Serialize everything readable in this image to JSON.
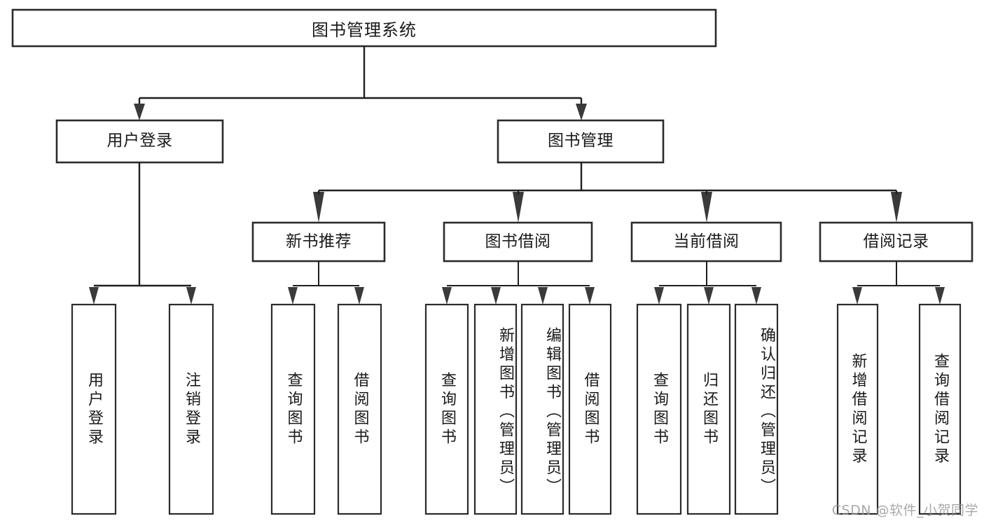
{
  "diagram": {
    "title": "图书管理系统",
    "type": "hierarchy-tree",
    "watermark": "CSDN @软件_小贺同学",
    "colors": {
      "background": "#ffffff",
      "box_stroke": "#2b2b2b",
      "connector": "#1f1f1f",
      "text": "#1a1a1a",
      "watermark": "#9a9a9a"
    },
    "levels": {
      "root": "图书管理系统",
      "level2": [
        "用户登录",
        "图书管理"
      ],
      "level3": [
        "新书推荐",
        "图书借阅",
        "当前借阅",
        "借阅记录"
      ]
    },
    "nodes": {
      "root": {
        "label": "图书管理系统"
      },
      "user_login": {
        "label": "用户登录"
      },
      "book_manage": {
        "label": "图书管理"
      },
      "new_book_rec": {
        "label": "新书推荐"
      },
      "book_borrow": {
        "label": "图书借阅"
      },
      "current_borrow": {
        "label": "当前借阅"
      },
      "borrow_record": {
        "label": "借阅记录"
      },
      "leaf_user_login": {
        "label": "用户登录"
      },
      "leaf_logout": {
        "label": "注销登录"
      },
      "leaf_query_book_1": {
        "label": "查询图书"
      },
      "leaf_borrow_book_1": {
        "label": "借阅图书"
      },
      "leaf_query_book_2": {
        "label": "查询图书"
      },
      "leaf_add_book": {
        "label": "新增图书（管理员）"
      },
      "leaf_edit_book": {
        "label": "编辑图书（管理员）"
      },
      "leaf_borrow_book_2": {
        "label": "借阅图书"
      },
      "leaf_query_book_3": {
        "label": "查询图书"
      },
      "leaf_return_book": {
        "label": "归还图书"
      },
      "leaf_confirm_return": {
        "label": "确认归还（管理员）"
      },
      "leaf_add_record": {
        "label": "新增借阅记录"
      },
      "leaf_query_record": {
        "label": "查询借阅记录"
      }
    }
  }
}
